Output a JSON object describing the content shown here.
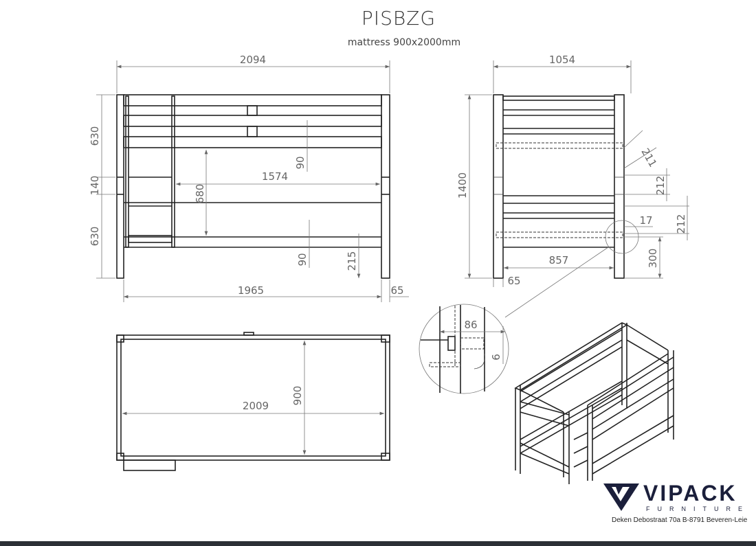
{
  "title": "PISBZG",
  "subtitle": "mattress 900x2000mm",
  "front_view": {
    "dims": {
      "overall_length": "2094",
      "top_section": "630",
      "gap": "140",
      "bottom_section": "630",
      "inner_length": "1574",
      "inner_height": "680",
      "top_rail": "90",
      "bottom_rail": "90",
      "floor_clearance": "215",
      "post_spacing": "1965",
      "post_width": "65"
    }
  },
  "side_view": {
    "dims": {
      "overall_width": "1054",
      "overall_height": "1400",
      "inner_width": "857",
      "post_width": "65",
      "upper_rail": "211",
      "bracket_1": "212",
      "bracket_2": "212",
      "offset": "17",
      "clearance": "300"
    }
  },
  "top_view": {
    "dims": {
      "length": "2009",
      "width": "900"
    }
  },
  "detail_view": {
    "dims": {
      "width": "86",
      "height": "6"
    }
  },
  "logo": {
    "brand": "VIPACK",
    "sub": "FURNITURE",
    "address": "Deken Debostraat 70a B-8791 Beveren-Leie",
    "color": "#1b1f3b"
  }
}
